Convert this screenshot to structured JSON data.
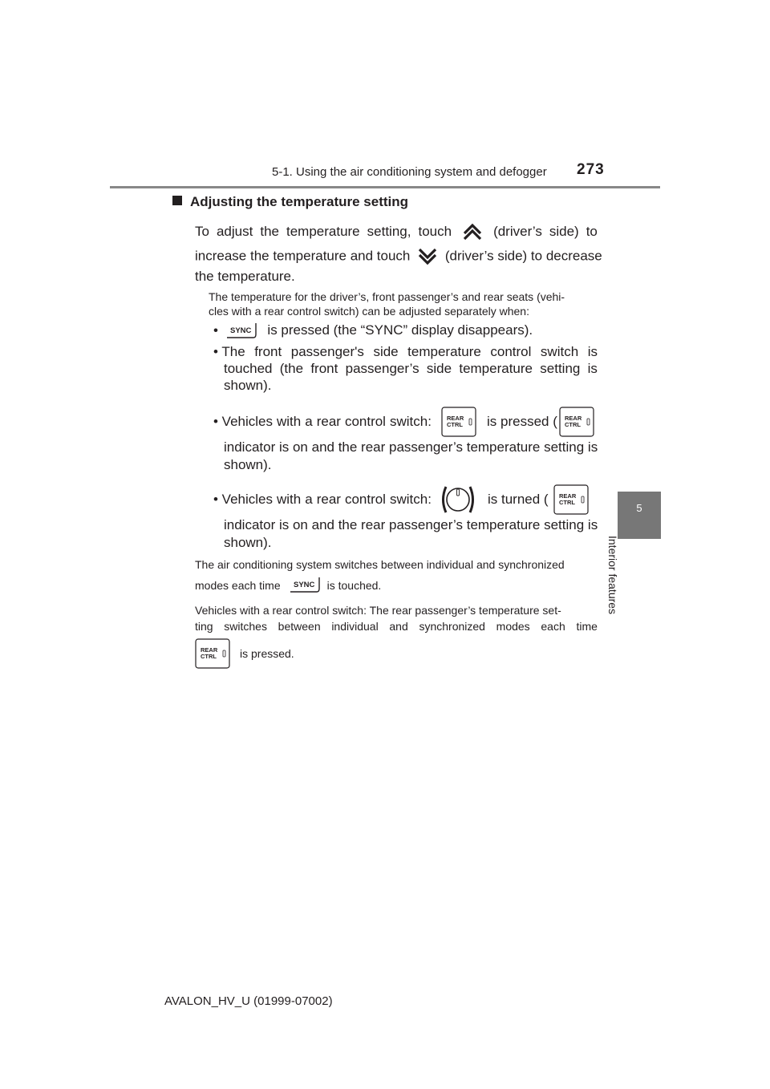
{
  "header": {
    "section": "5-1. Using the air conditioning system and defogger",
    "page_number": "273"
  },
  "side_tab": {
    "chapter_number": "5",
    "chapter_title": "Interior features"
  },
  "section": {
    "heading": "Adjusting the temperature setting",
    "p1": {
      "l1": [
        "To",
        "adjust",
        "the",
        "temperature",
        "setting,",
        "touch"
      ],
      "l1_after": [
        "(driver’s",
        "side)",
        "to"
      ],
      "l2_before": "increase the temperature and touch",
      "l2_after": "(driver’s side) to decrease",
      "l3": "the temperature."
    },
    "note": {
      "l1": "The temperature for the driver’s, front passenger’s and rear seats (vehi-",
      "l2": "cles with a rear control switch) can be adjusted separately when:"
    },
    "bullets": {
      "b1_text": "is pressed (the “SYNC” display disappears).",
      "b2": {
        "l1": [
          "• The",
          "front",
          "passenger's",
          "side",
          "temperature",
          "control",
          "switch",
          "is"
        ],
        "l2": [
          "touched",
          "(the",
          "front",
          "passenger’s",
          "side",
          "temperature",
          "setting",
          "is"
        ],
        "l3": "shown)."
      },
      "b3": {
        "l1": [
          "• Vehicles",
          "with",
          "a",
          "rear",
          "control",
          "switch:"
        ],
        "l1_after": "is pressed (",
        "l2": "indicator is on and the rear passenger’s temperature setting is",
        "l3": "shown)."
      },
      "b4": {
        "l1": [
          "• Vehicles",
          "with",
          "a",
          "rear",
          "control",
          "switch:"
        ],
        "l1_after": "is turned (",
        "l2": "indicator is on and the rear passenger’s temperature setting is",
        "l3": "shown)."
      }
    },
    "p2": {
      "l1": "The air conditioning system switches between individual and synchronized",
      "l2_before": "modes each time",
      "l2_after": "is touched."
    },
    "p3": {
      "l1": "Vehicles with a rear control switch: The rear passenger’s temperature set-",
      "l2": [
        "ting",
        "switches",
        "between",
        "individual",
        "and",
        "synchronized",
        "modes",
        "each",
        "time"
      ],
      "l3_after": "is pressed."
    }
  },
  "icons": {
    "sync_label": "SYNC",
    "rear_ctrl_l1": "REAR",
    "rear_ctrl_l2": "CTRL"
  },
  "footer": {
    "model": "AVALON_HV_U (01999-07002)"
  }
}
